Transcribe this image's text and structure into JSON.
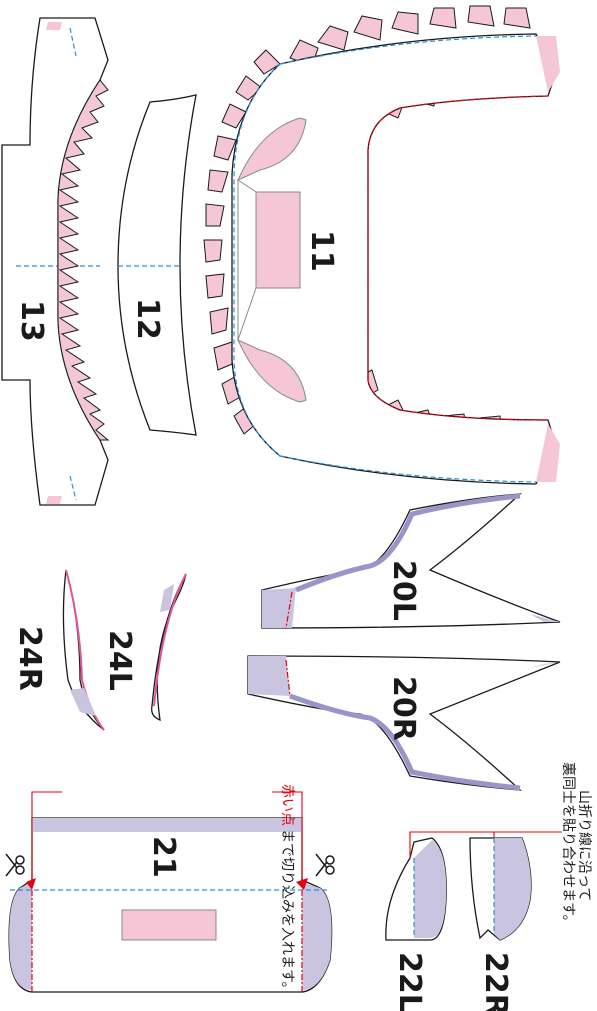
{
  "pattern_pieces": {
    "p11": "11",
    "p12": "12",
    "p13": "13",
    "p20L": "20L",
    "p20R": "20R",
    "p21": "21",
    "p22L": "22L",
    "p22R": "22R",
    "p24L": "24L",
    "p24R": "24R"
  },
  "notes": {
    "fold_line": "山折り線に沿って",
    "back_glue": "裏同士を貼り合わせます。",
    "cut_red": "赤い点",
    "cut_rest": "まで切り込みを入れます。"
  },
  "colors": {
    "glue_tab": "#f5c6d6",
    "overlap": "#c9c5e0",
    "fold_line": "#2b8fd6",
    "cut_line": "#e60012",
    "outline": "#1a1a1a"
  },
  "icons": [
    "scissors-icon",
    "scissors-icon"
  ]
}
